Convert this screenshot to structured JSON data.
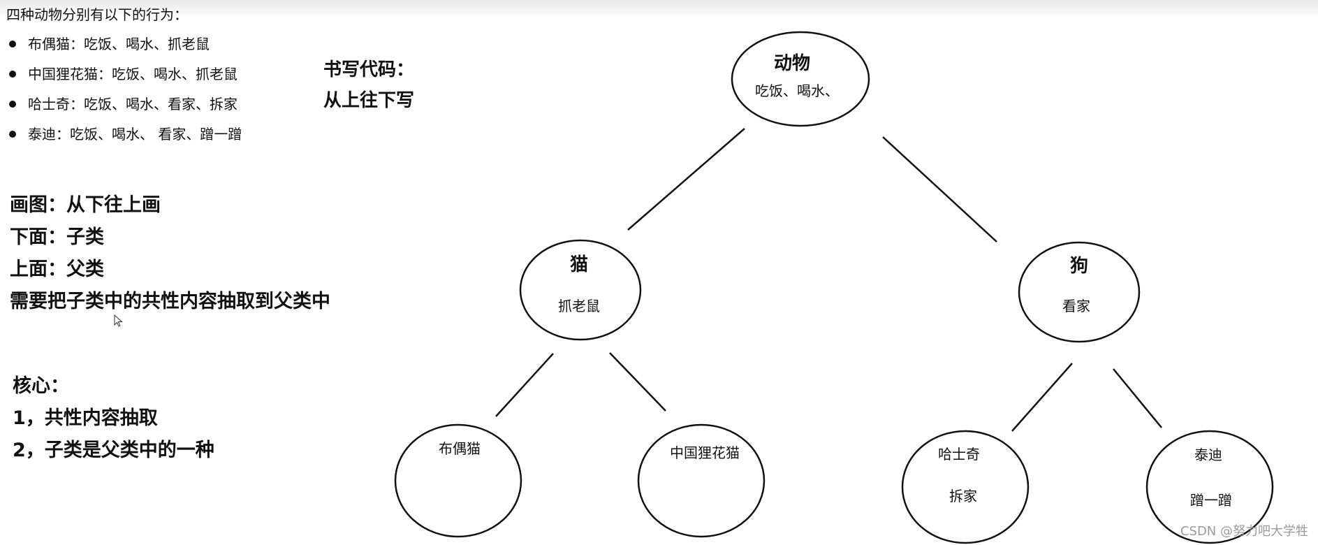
{
  "intro": {
    "heading": "四种动物分别有以下的行为：",
    "items": [
      "布偶猫：吃饭、喝水、抓老鼠",
      "中国狸花猫：吃饭、喝水、抓老鼠",
      "哈士奇：吃饭、喝水、看家、拆家",
      "泰迪：吃饭、喝水、 看家、蹭一蹭"
    ]
  },
  "code_note": {
    "line1": "书写代码：",
    "line2": "从上往下写"
  },
  "draw_notes": {
    "line1": "画图：从下往上画",
    "line2": "下面：子类",
    "line3": "上面：父类",
    "line4": "需要把子类中的共性内容抽取到父类中"
  },
  "core_notes": {
    "line1": "核心：",
    "line2": "1，共性内容抽取",
    "line3": "2，子类是父类中的一种"
  },
  "tree": {
    "root": {
      "name": "动物",
      "behaviors": "吃饭、喝水、"
    },
    "cat": {
      "name": "猫",
      "behaviors": "抓老鼠"
    },
    "dog": {
      "name": "狗",
      "behaviors": "看家"
    },
    "ragdoll": {
      "name": "布偶猫"
    },
    "lihua": {
      "name": "中国狸花猫"
    },
    "husky": {
      "name": "哈士奇",
      "behaviors": "拆家"
    },
    "teddy": {
      "name": "泰迪",
      "behaviors": "蹭一蹭"
    }
  },
  "watermark": "CSDN @努力吧大学牲"
}
